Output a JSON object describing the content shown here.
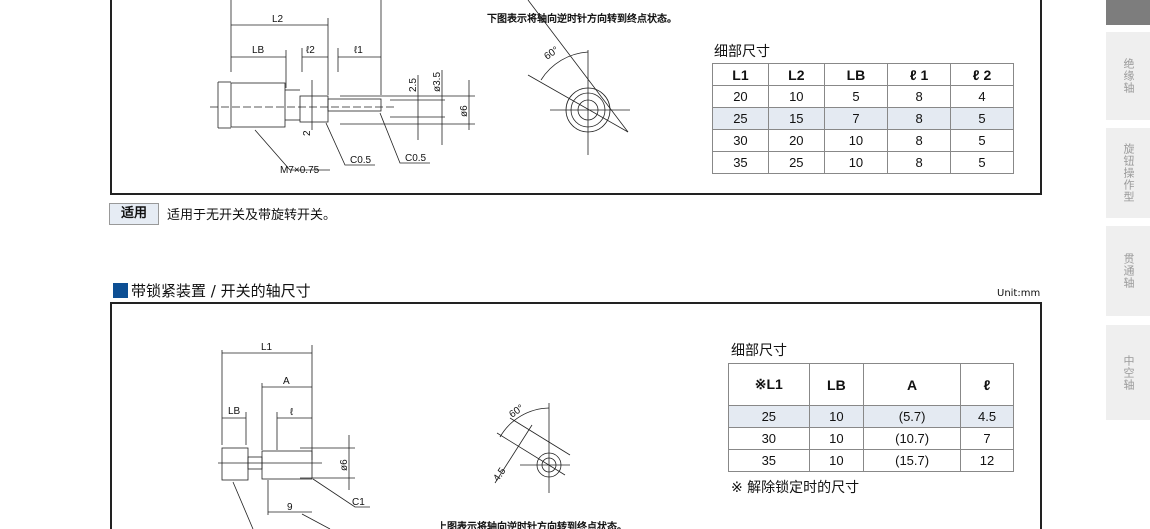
{
  "top_section": {
    "rotation_note": "下图表示将轴向逆时针方向转到终点状态。",
    "drawing_labels": {
      "L2": "L2",
      "LB": "LB",
      "l2": "ℓ2",
      "l1": "ℓ1",
      "d2_5": "2.5",
      "d3_5": "ø3.5",
      "d6": "ø6",
      "dim2": "2",
      "thread": "M7×0.75",
      "c05a": "C0.5",
      "c05b": "C0.5",
      "angle": "60°"
    },
    "table_title": "细部尺寸",
    "table": {
      "headers": [
        "L1",
        "L2",
        "LB",
        "ℓ 1",
        "ℓ 2"
      ],
      "rows": [
        [
          "20",
          "10",
          "5",
          "8",
          "4"
        ],
        [
          "25",
          "15",
          "7",
          "8",
          "5"
        ],
        [
          "30",
          "20",
          "10",
          "8",
          "5"
        ],
        [
          "35",
          "25",
          "10",
          "8",
          "5"
        ]
      ],
      "highlight_row": 1
    },
    "apply_badge": "适用",
    "apply_text": "适用于无开关及带旋转开关。"
  },
  "bottom_section": {
    "title": "带锁紧装置 / 开关的轴尺寸",
    "unit": "Unit:mm",
    "drawing_labels": {
      "L1": "L1",
      "A": "A",
      "LB": "LB",
      "l": "ℓ",
      "d6": "ø6",
      "c1": "C1",
      "nine": "9",
      "angle": "60°",
      "w45": "4.5"
    },
    "rotation_note": "上图表示将轴向逆时针方向转到终点状态。",
    "table_title": "细部尺寸",
    "table": {
      "headers": [
        "※L1",
        "LB",
        "A",
        "ℓ"
      ],
      "rows": [
        [
          "25",
          "10",
          "(5.7)",
          "4.5"
        ],
        [
          "30",
          "10",
          "(10.7)",
          "7"
        ],
        [
          "35",
          "10",
          "(15.7)",
          "12"
        ]
      ],
      "highlight_row": 0
    },
    "note": "※ 解除锁定时的尺寸"
  },
  "side_tabs": [
    "绝缘轴",
    "旋钮操作型",
    "贯通轴",
    "中空轴"
  ]
}
